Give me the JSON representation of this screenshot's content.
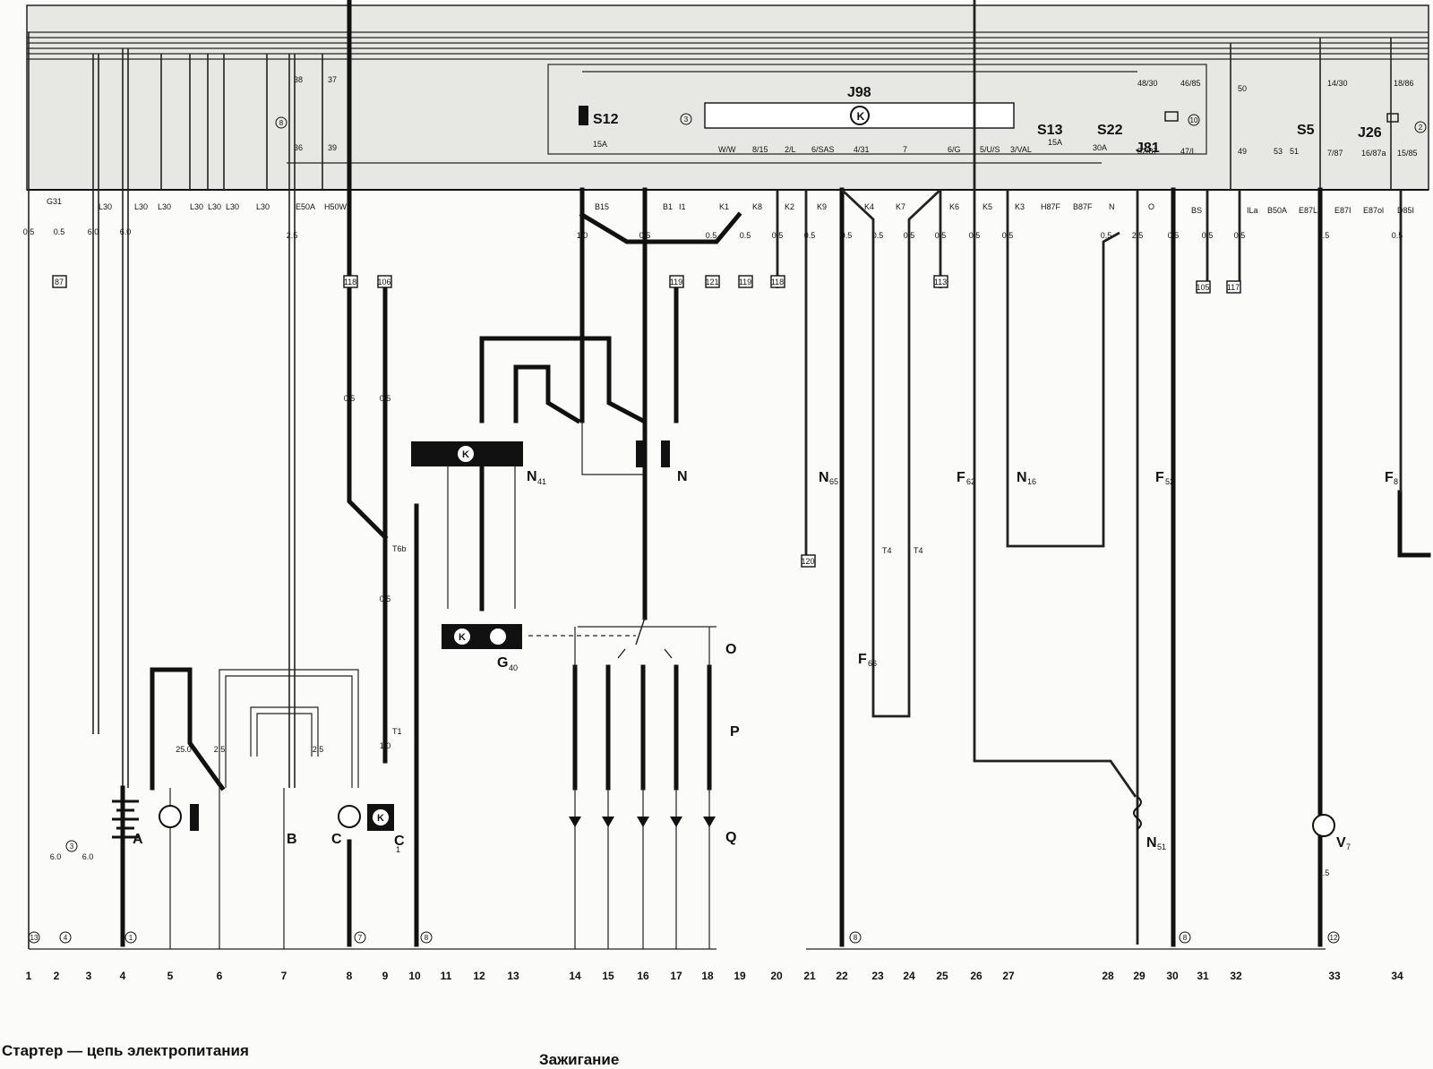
{
  "captions": {
    "starter": "Стартер — цепь электропитания",
    "ignition": "Зажигание"
  },
  "columns": [
    "1",
    "2",
    "3",
    "4",
    "5",
    "6",
    "7",
    "8",
    "9",
    "10",
    "11",
    "12",
    "13",
    "14",
    "15",
    "16",
    "17",
    "18",
    "19",
    "20",
    "21",
    "22",
    "23",
    "24",
    "25",
    "26",
    "27",
    "28",
    "29",
    "30",
    "31",
    "32",
    "33",
    "34"
  ],
  "bus_labels": [
    "G31",
    "L30",
    "L30",
    "L30",
    "L30",
    "L30",
    "L30",
    "L30",
    "E50A",
    "H50W",
    "B15",
    "B1",
    "I1",
    "K1",
    "K8",
    "K2",
    "K9",
    "K4",
    "K7",
    "K6",
    "K5",
    "K3",
    "H87F",
    "B87F",
    "N",
    "O",
    "BS",
    "ILa",
    "B50A",
    "E87La",
    "E87I",
    "E87ol",
    "D85I"
  ],
  "modules": {
    "J98": "J98",
    "S12": "S12",
    "S12_rating": "15A",
    "S13": "S13",
    "S13_rating": "15A",
    "S22": "S22",
    "S22_rating": "30A",
    "J81": "J81",
    "S5": "S5",
    "J26": "J26"
  },
  "pin_labels": [
    "38",
    "37",
    "36",
    "39",
    "W/W",
    "8/15",
    "2/L",
    "6/SAS",
    "4/31",
    "7",
    "6/G",
    "5/U/S",
    "3/VAL",
    "48/30",
    "46/85",
    "52/87",
    "47/I",
    "50",
    "49",
    "53",
    "51",
    "14/30",
    "18/86",
    "7/87",
    "16/87a",
    "15/85"
  ],
  "components": {
    "A": "A",
    "B": "B",
    "C": "C",
    "C1": "C",
    "C1_sub": "1",
    "N41": "N",
    "N41_sub": "41",
    "N": "N",
    "G40": "G",
    "G40_sub": "40",
    "O": "O",
    "P": "P",
    "Q": "Q",
    "N65": "N",
    "N65_sub": "65",
    "F62": "F",
    "F62_sub": "62",
    "N16": "N",
    "N16_sub": "16",
    "F52": "F",
    "F52_sub": "52",
    "F8": "F",
    "F8_sub": "8",
    "F66": "F",
    "F66_sub": "66",
    "N51": "N",
    "N51_sub": "51",
    "V7": "V",
    "V7_sub": "7",
    "T6b": "T6b",
    "T1": "T1",
    "T4a": "T4",
    "T4b": "T4"
  },
  "wire_sizes": [
    "0.5",
    "6.0",
    "2.5",
    "1.0",
    "25.0"
  ],
  "connectors": [
    "87",
    "118",
    "106",
    "119",
    "121",
    "119",
    "118",
    "113",
    "105",
    "117",
    "120"
  ],
  "circled": [
    "8",
    "3",
    "10",
    "2",
    "13",
    "4",
    "3",
    "1",
    "7",
    "8",
    "8",
    "8",
    "12"
  ]
}
